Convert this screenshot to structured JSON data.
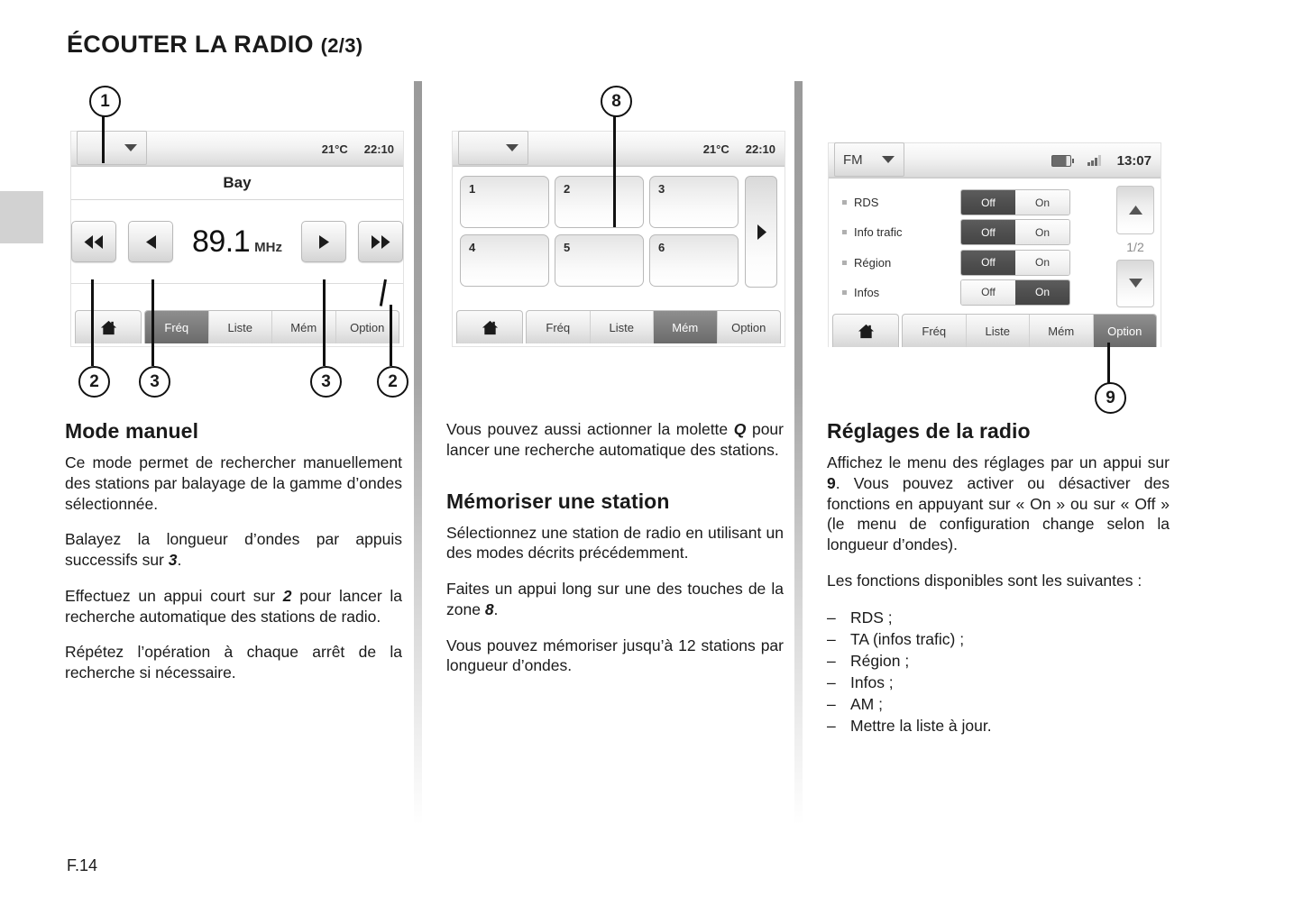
{
  "document": {
    "title_main": "ÉCOUTER LA RADIO",
    "title_sub": "(2/3)",
    "page_number": "F.14"
  },
  "callouts": {
    "c1": "1",
    "c2a": "2",
    "c3a": "3",
    "c3b": "3",
    "c2b": "2",
    "c8": "8",
    "c9": "9"
  },
  "screen1": {
    "statusbar": {
      "source_label": "",
      "temperature": "21°C",
      "time": "22:10"
    },
    "station_name": "Bay",
    "frequency_value": "89.1",
    "frequency_unit": "MHz",
    "buttons": {
      "fast_rewind": "fast-rewind-icon",
      "step_down": "step-down-icon",
      "step_up": "step-up-icon",
      "fast_forward": "fast-forward-icon"
    },
    "tabs": {
      "home": "home-icon",
      "items": [
        "Fréq",
        "Liste",
        "Mém",
        "Option"
      ],
      "active": "Fréq"
    }
  },
  "screen2": {
    "statusbar": {
      "source_label": "",
      "temperature": "21°C",
      "time": "22:10"
    },
    "presets": [
      "1",
      "2",
      "3",
      "4",
      "5",
      "6"
    ],
    "next_page_icon": "chevron-right-icon",
    "tabs": {
      "home": "home-icon",
      "items": [
        "Fréq",
        "Liste",
        "Mém",
        "Option"
      ],
      "active": "Mém"
    }
  },
  "screen3": {
    "statusbar": {
      "source_label": "FM",
      "battery_icon": "battery-icon",
      "signal_icon": "signal-icon",
      "time": "13:07"
    },
    "settings": [
      {
        "label": "RDS",
        "off": "Off",
        "on": "On",
        "selected": "Off"
      },
      {
        "label": "Info trafic",
        "off": "Off",
        "on": "On",
        "selected": "Off"
      },
      {
        "label": "Région",
        "off": "Off",
        "on": "On",
        "selected": "Off"
      },
      {
        "label": "Infos",
        "off": "Off",
        "on": "On",
        "selected": "On"
      }
    ],
    "scroll": {
      "up_icon": "arrow-up-icon",
      "down_icon": "arrow-down-icon",
      "page_indicator": "1/2"
    },
    "tabs": {
      "home": "home-icon",
      "items": [
        "Fréq",
        "Liste",
        "Mém",
        "Option"
      ],
      "active": "Option"
    }
  },
  "column1": {
    "heading": "Mode manuel",
    "p1": "Ce mode permet de rechercher manuellement des stations par balayage de la gamme d’ondes sélectionnée.",
    "p2_before": "Balayez la longueur d’ondes par appuis successifs sur ",
    "p2_ref": "3",
    "p2_after": ".",
    "p3_before": "Effectuez un appui court sur ",
    "p3_ref": "2",
    "p3_after": " pour lancer la recherche automatique des stations de radio.",
    "p4": "Répétez l’opération à chaque arrêt de la recherche si nécessaire."
  },
  "column2": {
    "p1_before": "Vous pouvez aussi actionner la molette ",
    "p1_ref": "Q",
    "p1_after": " pour lancer une recherche automatique des stations.",
    "heading": "Mémoriser une station",
    "p2": "Sélectionnez une station de radio en utilisant un des modes décrits précédemment.",
    "p3_before": "Faites un appui long sur une des touches de la zone ",
    "p3_ref": "8",
    "p3_after": ".",
    "p4": "Vous pouvez mémoriser jusqu’à 12 stations par longueur d’ondes."
  },
  "column3": {
    "heading": "Réglages de la radio",
    "p1_before": "Affichez le menu des réglages par un appui sur ",
    "p1_ref": "9",
    "p1_after": ". Vous pouvez activer ou désactiver des fonctions en appuyant sur « On » ou sur « Off » (le menu de configuration change selon la longueur d’ondes).",
    "p2": "Les fonctions disponibles sont les suivantes :",
    "list": [
      "RDS ;",
      "TA (infos trafic) ;",
      "Région ;",
      "Infos ;",
      "AM ;",
      "Mettre la liste à jour."
    ]
  }
}
